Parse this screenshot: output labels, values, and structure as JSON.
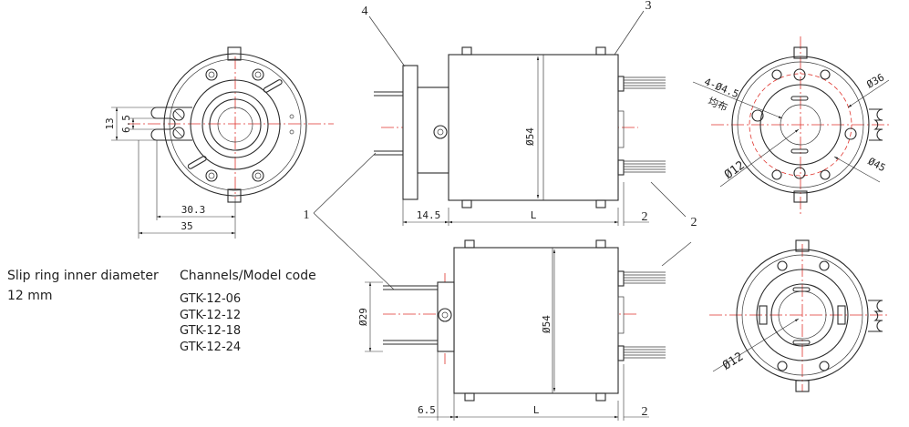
{
  "info": {
    "inner_diameter_label": "Slip ring inner diameter",
    "inner_diameter_value": "12 mm",
    "models_header": "Channels/Model code",
    "models": [
      "GTK-12-06",
      "GTK-12-12",
      "GTK-12-18",
      "GTK-12-24"
    ]
  },
  "callouts": [
    "1",
    "2",
    "3",
    "4",
    "1",
    "2"
  ],
  "dims": {
    "front_h1": "13",
    "front_h2": "6.5",
    "front_w1": "30.3",
    "front_w2": "35",
    "side_dia": "Ø54",
    "side_flange": "14.5",
    "side_len": "L",
    "side_end": "2",
    "bottom_dia": "Ø54",
    "bottom_shaft": "Ø29",
    "bottom_flange": "6.5",
    "bottom_len": "L",
    "bottom_end": "2",
    "back_holes": "4-Ø4.5",
    "back_holes_note": "均布",
    "back_d36": "Ø36",
    "back_d45": "Ø45",
    "back_d12": "Ø12",
    "rear_d12": "Ø12"
  },
  "colors": {
    "centerline": "#e0342d",
    "line": "#2a2a2a"
  }
}
